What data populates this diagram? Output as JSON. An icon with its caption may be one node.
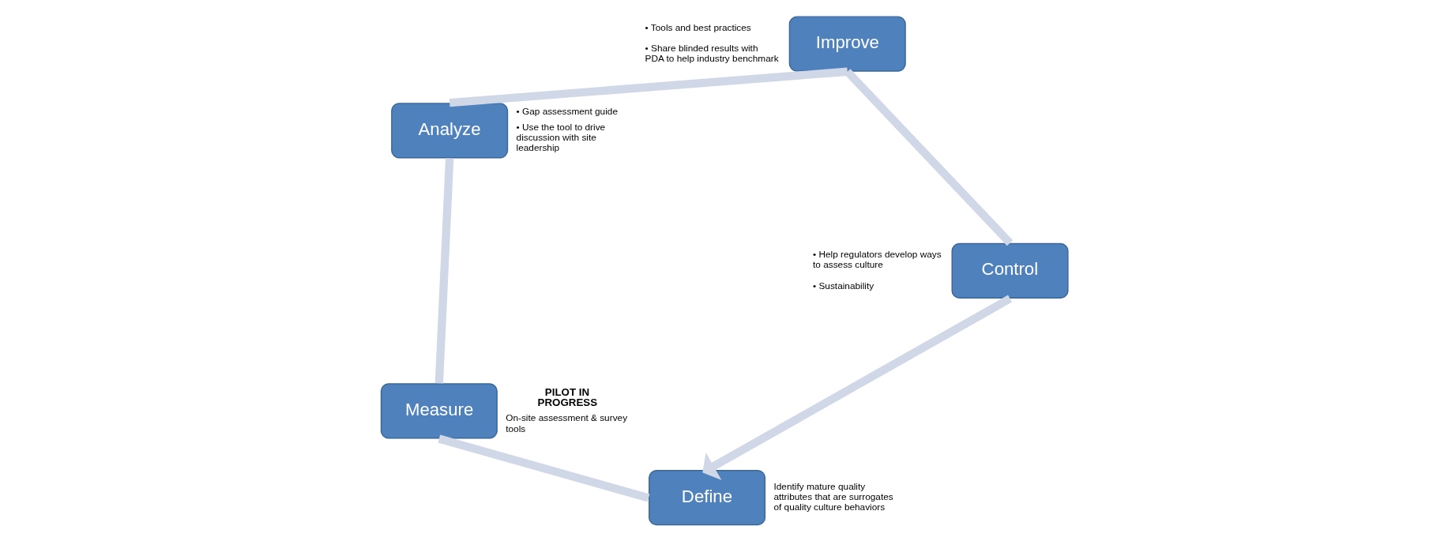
{
  "diagram": {
    "nodes": [
      {
        "text": [
          "Define"
        ],
        "beside": [
          "Identify mature quality attributes that are surrogates of quality culture behaviors"
        ]
      },
      {
        "text": [
          "Measure"
        ],
        "beside": [
          "PILOT IN PROGRESS",
          "On-site assessment & survey tools"
        ]
      },
      {
        "text": [
          "Analyze"
        ],
        "beside": [
          "• Gap assessment guide",
          "• Use the tool to drive discussion with site leadership"
        ]
      },
      {
        "text": [
          "Improve"
        ],
        "beside": [
          "• Tools and best practices",
          "• Share blinded results with PDA to help industry benchmark"
        ]
      },
      {
        "text": [
          "Control"
        ],
        "beside": [
          "• Help regulators develop ways to assess culture",
          "• Sustainability"
        ]
      }
    ],
    "edges": [
      {
        "from": 0,
        "to": 1,
        "arrow": "none"
      },
      {
        "from": 1,
        "to": 2,
        "arrow": "none"
      },
      {
        "from": 2,
        "to": 3,
        "arrow": "none"
      },
      {
        "from": 3,
        "to": 4,
        "arrow": "none"
      },
      {
        "from": 4,
        "to": 0,
        "arrow": "to"
      }
    ]
  }
}
